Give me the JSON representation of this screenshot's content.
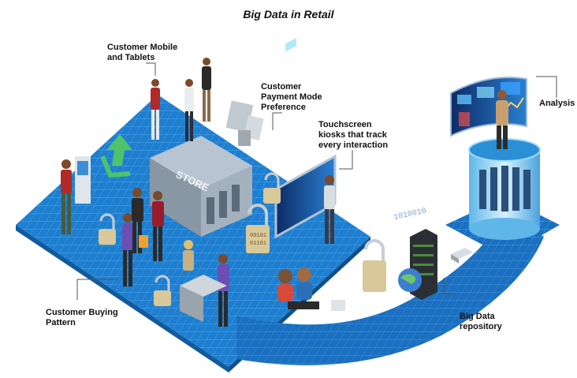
{
  "title": "Big Data in Retail",
  "labels": {
    "customer_mobile": "Customer Mobile\nand Tablets",
    "payment_mode": "Customer\nPayment Mode\nPreference",
    "touchscreen": "Touchscreen\nkiosks that track\nevery interaction",
    "analysis": "Analysis",
    "buying_pattern": "Customer Buying\nPattern",
    "repository": "Big Data\nrepository"
  },
  "store_sign": "STORE",
  "binary_stream": "1010010",
  "binary_lock": "00101\n01101",
  "colors": {
    "floor": "#1e7fd0",
    "floor_dark": "#125a9c",
    "grid": "#5aa8ea",
    "arc": "#1a6fc0",
    "tower_glow": "#8fd3f5"
  }
}
